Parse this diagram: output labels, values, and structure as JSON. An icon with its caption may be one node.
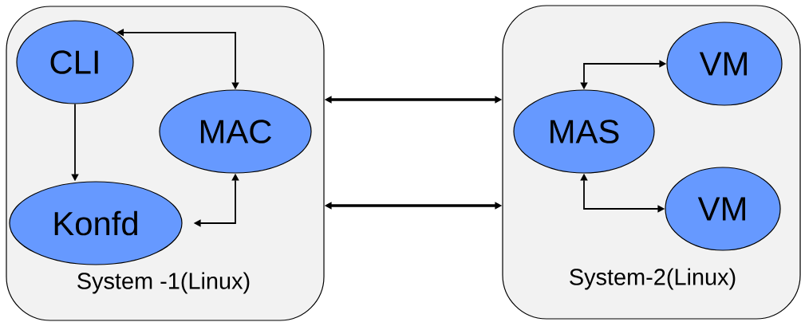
{
  "diagram": {
    "nodes": [
      {
        "text": [
          "System -1(Linux)"
        ]
      },
      {
        "text": [
          "CLI"
        ],
        "in": 0
      },
      {
        "text": [
          "MAC"
        ],
        "in": 0
      },
      {
        "text": [
          "Konfd"
        ],
        "in": 0
      },
      {
        "text": [
          "System-2(Linux)"
        ]
      },
      {
        "text": [
          "MAS"
        ],
        "in": 4
      },
      {
        "text": [
          "VM"
        ],
        "in": 4
      },
      {
        "text": [
          "VM"
        ],
        "in": 4
      }
    ],
    "edges": [
      {
        "from": 1,
        "to": 2,
        "arrow": "both"
      },
      {
        "from": 1,
        "to": 3,
        "arrow": "to"
      },
      {
        "from": 2,
        "to": 3,
        "arrow": "both"
      },
      {
        "from": 0,
        "to": 4,
        "arrow": "both",
        "style": "thick"
      },
      {
        "from": 0,
        "to": 4,
        "arrow": "both",
        "style": "thick"
      },
      {
        "from": 5,
        "to": 6,
        "arrow": "both"
      },
      {
        "from": 5,
        "to": 7,
        "arrow": "both"
      }
    ]
  }
}
